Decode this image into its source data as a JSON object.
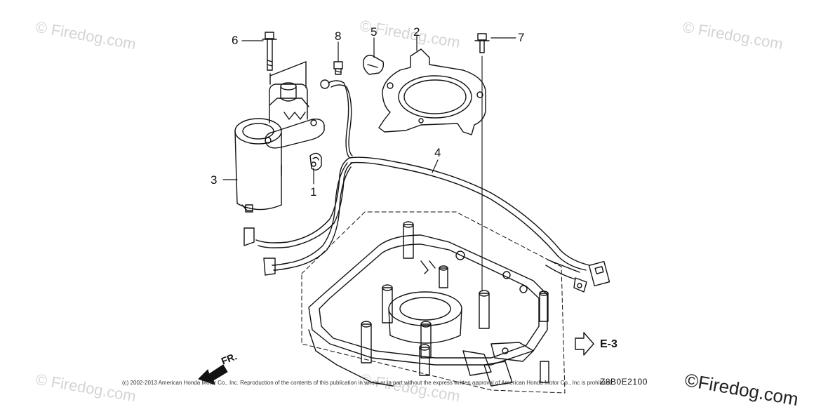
{
  "watermark": "© Firedog.com",
  "watermark_bottom_right": "©Firedog.com",
  "callouts": {
    "c1": "1",
    "c2": "2",
    "c3": "3",
    "c4": "4",
    "c5": "5",
    "c6": "6",
    "c7": "7",
    "c8": "8"
  },
  "reference": "E-3",
  "direction_label": "FR.",
  "diagram_code": "Z8B0E2100",
  "copyright": "(c) 2002-2013 American Honda Motor Co., Inc. Reproduction of the contents of this publication in whole or in part without the express written approval of American Honda Motor Co., Inc is prohibited."
}
